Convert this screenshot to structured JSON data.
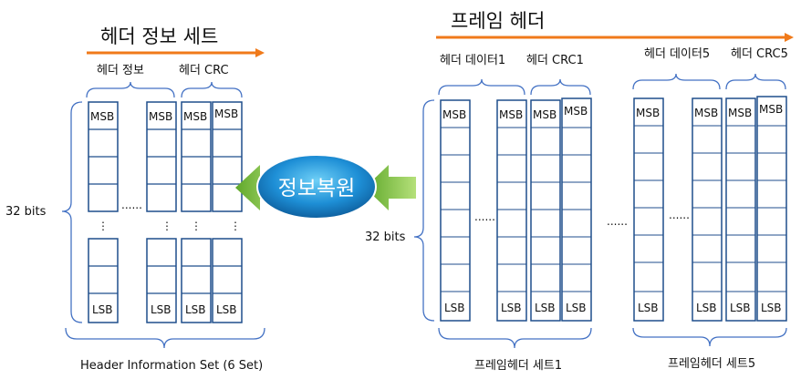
{
  "left": {
    "title": "헤더 정보 세트",
    "info_label": "헤더 정보",
    "crc_label": "헤더 CRC",
    "bits_label": "32 bits",
    "bottom_label": "Header Information Set (6 Set)",
    "msb": "MSB",
    "lsb": "LSB",
    "dots_h": "......",
    "dots_v": "⋮"
  },
  "center": {
    "label": "정보복원"
  },
  "right": {
    "title": "프레임 헤더",
    "data1_label": "헤더 데이터1",
    "crc1_label": "헤더 CRC1",
    "data5_label": "헤더 데이터5",
    "crc5_label": "헤더 CRC5",
    "bits_label": "32 bits",
    "set1_label": "프레임헤더 세트1",
    "set5_label": "프레임헤더 세트5",
    "msb": "MSB",
    "lsb": "LSB",
    "dots_h": "......"
  },
  "colors": {
    "orange": "#F07A1A",
    "blue": "#1F4E8C",
    "bracket": "#4472C4",
    "green": "#8DC63F",
    "ellipse": "#1E8FD6"
  }
}
